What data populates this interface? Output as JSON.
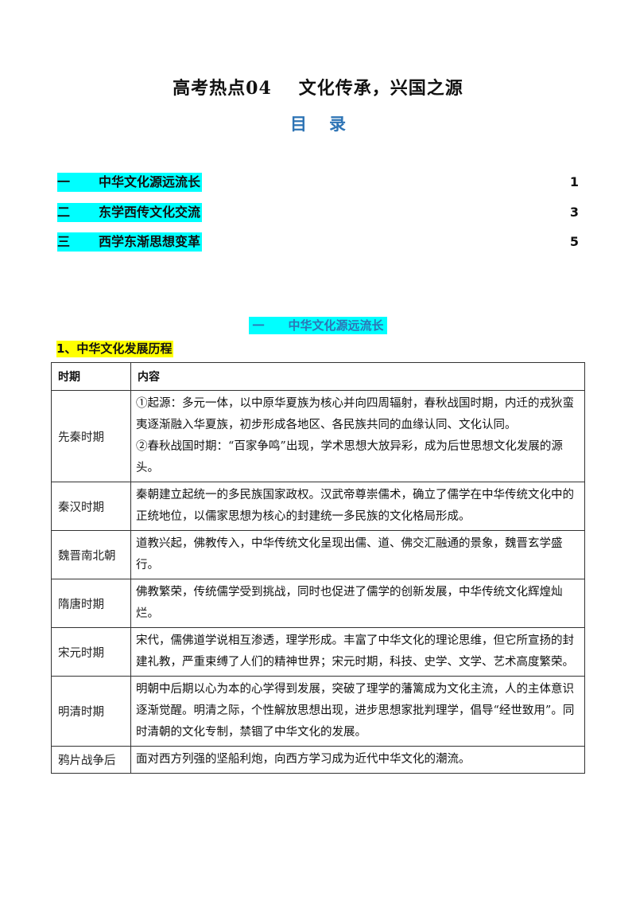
{
  "title": {
    "part1": "高考热点04",
    "part2": "文化传承，兴国之源"
  },
  "toc": {
    "heading_a": "目",
    "heading_b": "录",
    "items": [
      {
        "num": "一",
        "label": "中华文化源远流长",
        "page": "1"
      },
      {
        "num": "二",
        "label": "东学西传文化交流",
        "page": "3"
      },
      {
        "num": "三",
        "label": "西学东渐思想变革",
        "page": "5"
      }
    ]
  },
  "section": {
    "num": "一",
    "label": "中华文化源远流长"
  },
  "subheading": "1、中华文化发展历程",
  "table": {
    "headers": [
      "时期",
      "内容"
    ],
    "rows": [
      {
        "period": "先秦时期",
        "content": [
          "①起源：多元一体，以中原华夏族为核心并向四周辐射，春秋战国时期，内迁的戎狄蛮夷逐渐融入华夏族，初步形成各地区、各民族共同的血缘认同、文化认同。",
          "②春秋战国时期：“百家争鸣”出现，学术思想大放异彩，成为后世思想文化发展的源头。"
        ]
      },
      {
        "period": "秦汉时期",
        "content": [
          "秦朝建立起统一的多民族国家政权。汉武帝尊崇儒术，确立了儒学在中华传统文化中的正统地位，以儒家思想为核心的封建统一多民族的文化格局形成。"
        ]
      },
      {
        "period": "魏晋南北朝",
        "content": [
          "道教兴起，佛教传入，中华传统文化呈现出儒、道、佛交汇融通的景象，魏晋玄学盛行。"
        ]
      },
      {
        "period": "隋唐时期",
        "content": [
          "佛教繁荣，传统儒学受到挑战，同时也促进了儒学的创新发展，中华传统文化辉煌灿烂。"
        ]
      },
      {
        "period": "宋元时期",
        "content": [
          "宋代，儒佛道学说相互渗透，理学形成。丰富了中华文化的理论思维，但它所宣扬的封建礼教，严重束缚了人们的精神世界；宋元时期，科技、史学、文学、艺术高度繁荣。"
        ]
      },
      {
        "period": "明清时期",
        "content": [
          "明朝中后期以心为本的心学得到发展，突破了理学的藩篱成为文化主流，人的主体意识逐渐觉醒。明清之际，个性解放思想出现，进步思想家批判理学，倡导“经世致用”。同时清朝的文化专制，禁锢了中华文化的发展。"
        ]
      },
      {
        "period": "鸦片战争后",
        "content": [
          "面对西方列强的坚船利炮，向西方学习成为近代中华文化的潮流。"
        ]
      }
    ]
  }
}
